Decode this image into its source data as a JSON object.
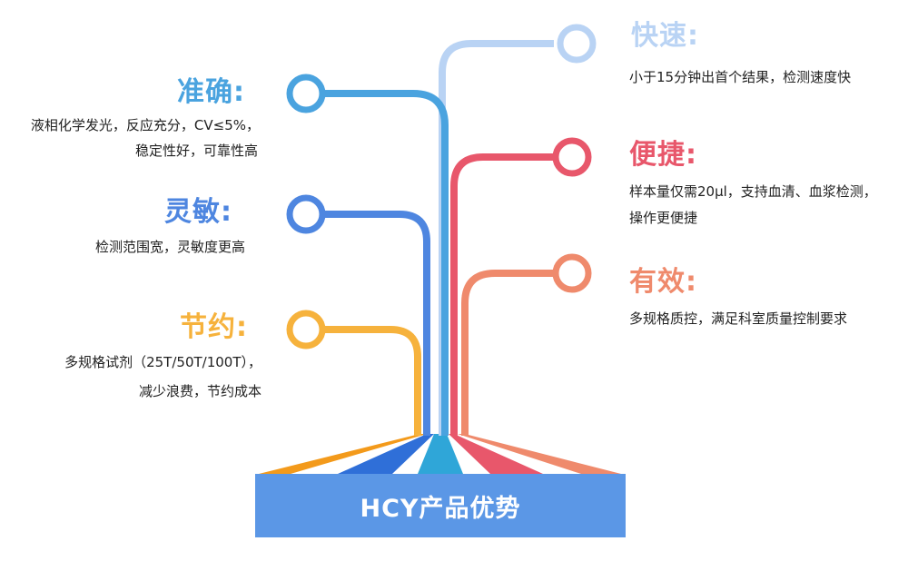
{
  "center_label": "HCY产品优势",
  "advantages": [
    {
      "key": "accurate",
      "title": "准确:",
      "lines": [
        "液相化学发光，反应充分，CV≤5%，",
        "稳定性好，可靠性高"
      ],
      "color": "#4aa3df"
    },
    {
      "key": "sensitive",
      "title": "灵敏:",
      "lines": [
        "检测范围宽，灵敏度更高"
      ],
      "color": "#4e86e0"
    },
    {
      "key": "economic",
      "title": "节约:",
      "lines": [
        "多规格试剂（25T/50T/100T），",
        "减少浪费，节约成本"
      ],
      "color": "#f6b23c"
    },
    {
      "key": "fast",
      "title": "快速:",
      "lines": [
        "小于15分钟出首个结果，检测速度快"
      ],
      "color": "#b9d3f4"
    },
    {
      "key": "convenient",
      "title": "便捷:",
      "lines": [
        "样本量仅需20μl，支持血清、血浆检测，",
        "操作更便捷"
      ],
      "color": "#e8576b"
    },
    {
      "key": "effective",
      "title": "有效:",
      "lines": [
        "多规格质控，满足科室质量控制要求"
      ],
      "color": "#ef8a6c"
    }
  ],
  "colors": {
    "base_box": "#5b97e6",
    "fan_orange": "#f39a1b",
    "fan_blue": "#2f6fd8",
    "fan_center": "#2fa6d8",
    "fan_red": "#e8576b",
    "fan_salmon": "#ef8a6c"
  }
}
